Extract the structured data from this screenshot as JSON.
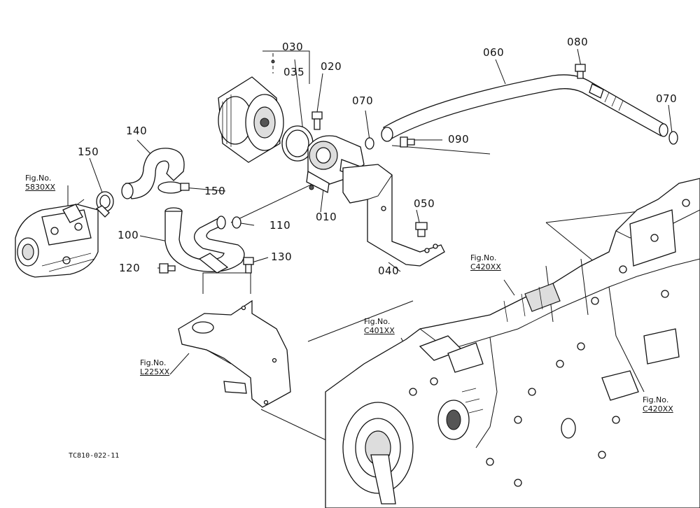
{
  "part_labels": [
    {
      "id": "030",
      "text": "030"
    },
    {
      "id": "035",
      "text": "035"
    },
    {
      "id": "020",
      "text": "020"
    },
    {
      "id": "060",
      "text": "060"
    },
    {
      "id": "080",
      "text": "080"
    },
    {
      "id": "070a",
      "text": "070"
    },
    {
      "id": "070b",
      "text": "070"
    },
    {
      "id": "090",
      "text": "090"
    },
    {
      "id": "140",
      "text": "140"
    },
    {
      "id": "150a",
      "text": "150"
    },
    {
      "id": "150b",
      "text": "150"
    },
    {
      "id": "010",
      "text": "010"
    },
    {
      "id": "110",
      "text": "110"
    },
    {
      "id": "050",
      "text": "050"
    },
    {
      "id": "100",
      "text": "100"
    },
    {
      "id": "120",
      "text": "120"
    },
    {
      "id": "130",
      "text": "130"
    },
    {
      "id": "040",
      "text": "040"
    }
  ],
  "figure_refs": [
    {
      "id": "5830",
      "prefix": "Fig.No.",
      "code": "5830XX"
    },
    {
      "id": "c420a",
      "prefix": "Fig.No.",
      "code": "C420XX"
    },
    {
      "id": "c401",
      "prefix": "Fig.No.",
      "code": "C401XX"
    },
    {
      "id": "l225",
      "prefix": "Fig.No.",
      "code": "L225XX"
    },
    {
      "id": "c420b",
      "prefix": "Fig.No.",
      "code": "C420XX"
    }
  ],
  "drawing_number": "TC810-022-11",
  "colors": {
    "line": "#111111",
    "background": "#ffffff"
  }
}
